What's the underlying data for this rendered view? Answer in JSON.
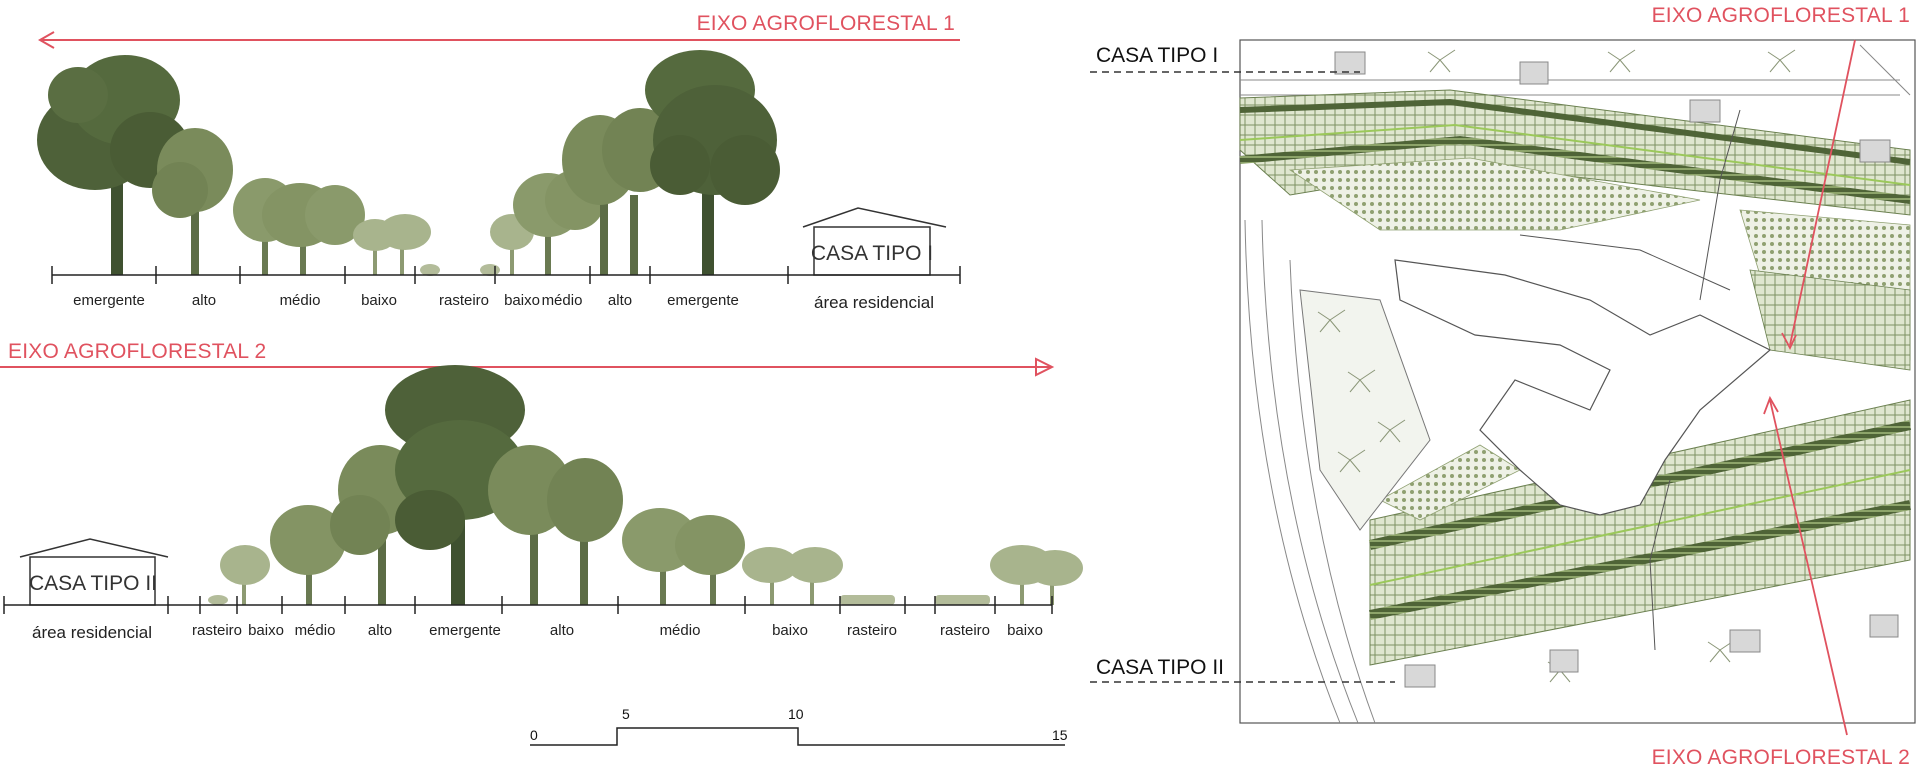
{
  "section1": {
    "title": "EIXO AGROFLORESTAL 1",
    "segments": [
      "emergente",
      "alto",
      "médio",
      "baixo",
      "rasteiro",
      "baixo",
      "médio",
      "alto",
      "emergente"
    ],
    "house_label": "CASA TIPO I",
    "zone_label": "área residencial"
  },
  "section2": {
    "title": "EIXO AGROFLORESTAL 2",
    "segments": [
      "rasteiro",
      "baixo",
      "médio",
      "alto",
      "emergente",
      "alto",
      "médio",
      "baixo",
      "rasteiro",
      "rasteiro",
      "baixo"
    ],
    "house_label": "CASA TIPO II",
    "zone_label": "área residencial"
  },
  "scale": {
    "ticks": [
      "0",
      "5",
      "10",
      "15"
    ]
  },
  "plan": {
    "label_casa1": "CASA TIPO I",
    "label_casa2": "CASA TIPO II",
    "label_eixo1": "EIXO AGROFLORESTAL 1",
    "label_eixo2": "EIXO AGROFLORESTAL 2"
  },
  "colors": {
    "axis_red": "#e0525f",
    "tree_dark": "#4e6139",
    "tree_mid": "#7a8b5b",
    "tree_light": "#a8b48d"
  }
}
